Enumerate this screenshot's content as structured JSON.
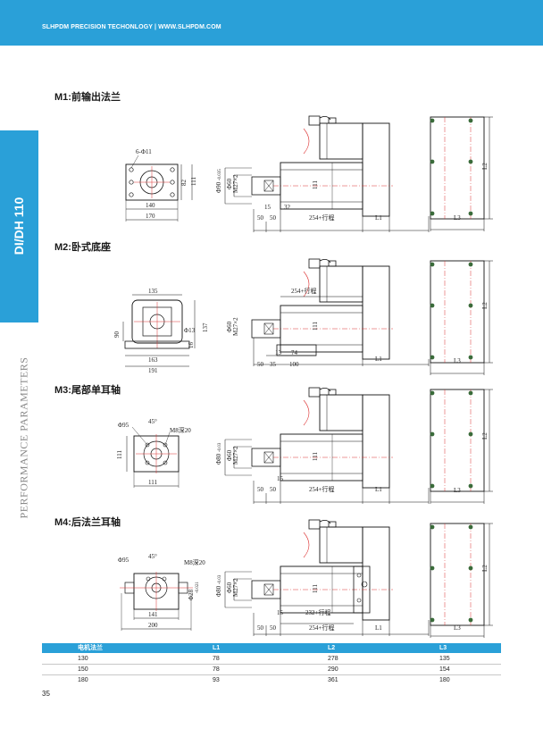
{
  "header": {
    "text": "SLHPDM PRECISION TECHONLOGY | WWW.SLHPDM.COM",
    "color": "#2aa0d8"
  },
  "side_tab": {
    "text": "DI/DH 110",
    "perf_label": "PERFORMANCE PARAMETERS"
  },
  "sections": {
    "m1": {
      "title": "M1:前输出法兰",
      "labels": {
        "holes": "6-Φ11",
        "d82": "82",
        "d111": "111",
        "d140": "140",
        "d170": "170",
        "phi90": "Φ90",
        "phi90_tol": "-0.035",
        "phi60": "Φ60",
        "m27": "M27×2",
        "m111": "111",
        "d15": "15",
        "d32": "32",
        "d50a": "50",
        "d50b": "50",
        "stroke": "254+行程",
        "l1": "L1",
        "l2": "L2",
        "l3": "L3"
      }
    },
    "m2": {
      "title": "M2:卧式底座",
      "labels": {
        "d135": "135",
        "d90": "90",
        "phi13": "Φ13",
        "d137": "137",
        "d16": "16",
        "d163": "163",
        "d191": "191",
        "stroke": "254+行程",
        "phi60": "Φ60",
        "m27": "M27×2",
        "m111": "111",
        "d13": "13",
        "d74": "74",
        "d50": "50",
        "d35": "35",
        "d100": "100",
        "l1": "L1",
        "l2": "L2",
        "l3": "L3"
      }
    },
    "m3": {
      "title": "M3:尾部单耳轴",
      "labels": {
        "phi95": "Φ95",
        "a45": "45°",
        "m8": "M8深20",
        "d111v": "111",
        "d111h": "111",
        "phi80": "Φ80",
        "phi80_tol": "-0.03",
        "phi60": "Φ60",
        "m27": "M27×2",
        "m111": "111",
        "d15": "15",
        "d50a": "50",
        "d50b": "50",
        "stroke": "254+行程",
        "l1": "L1",
        "l2": "L2",
        "l3": "L3"
      }
    },
    "m4": {
      "title": "M4:后法兰耳轴",
      "labels": {
        "phi95": "Φ95",
        "a45": "45°",
        "m8": "M8深20",
        "phi28": "Φ28",
        "phi28_tol": "-0.021",
        "d141": "141",
        "d200": "200",
        "phi80": "Φ80",
        "phi80_tol": "-0.03",
        "phi60": "Φ60",
        "m27": "M27×2",
        "m111": "111",
        "d15": "15",
        "stroke232": "232+行程",
        "d50a": "50",
        "d50b": "50",
        "stroke254": "254+行程",
        "l1": "L1",
        "l2": "L2",
        "l3": "L3"
      }
    }
  },
  "table": {
    "headers": [
      "电机法兰",
      "L1",
      "L2",
      "L3"
    ],
    "rows": [
      [
        "130",
        "78",
        "278",
        "135"
      ],
      [
        "150",
        "78",
        "290",
        "154"
      ],
      [
        "180",
        "93",
        "361",
        "180"
      ]
    ]
  },
  "page_number": "35"
}
